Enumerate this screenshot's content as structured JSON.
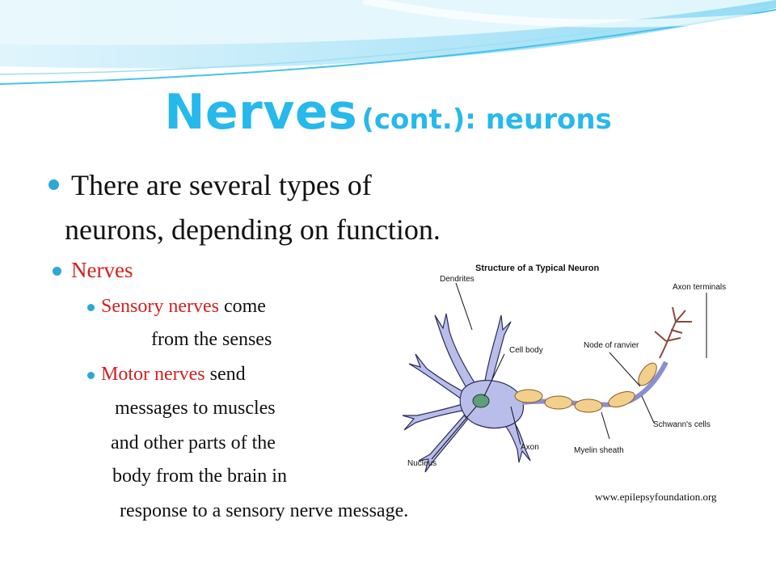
{
  "slide": {
    "title_main": "Nerves",
    "title_sub": "(cont.): neurons",
    "bullets": {
      "b1_line1": "There are several types of",
      "b1_line2": "neurons, depending on function.",
      "b2": "Nerves",
      "b3_red": "Sensory nerves",
      "b3_rest": " come",
      "b3_line2": "from the senses",
      "b4_red": "Motor nerves",
      "b4_rest": " send",
      "b4_line2": "messages to muscles",
      "b4_line3": "and other parts of the",
      "b4_line4": "body from the brain in",
      "b4_line5": "response to a sensory nerve message."
    },
    "credit": "www.epilepsyfoundation.org"
  },
  "diagram": {
    "title": "Structure of a Typical Neuron",
    "labels": {
      "dendrites": "Dendrites",
      "axon_terminals": "Axon terminals",
      "cell_body": "Cell body",
      "node_of_ranvier": "Node of ranvier",
      "schwanns_cells": "Schwann's cells",
      "axon": "Axon",
      "myelin_sheath": "Myelin sheath",
      "nucleus": "Nucleus"
    }
  },
  "colors": {
    "title": "#27b8ec",
    "bullet": "#2aa9d6",
    "highlight_red": "#d42020",
    "neuron_body": "#b9bde9",
    "myelin": "#f3cf8e",
    "nucleus": "#5e9e78"
  }
}
